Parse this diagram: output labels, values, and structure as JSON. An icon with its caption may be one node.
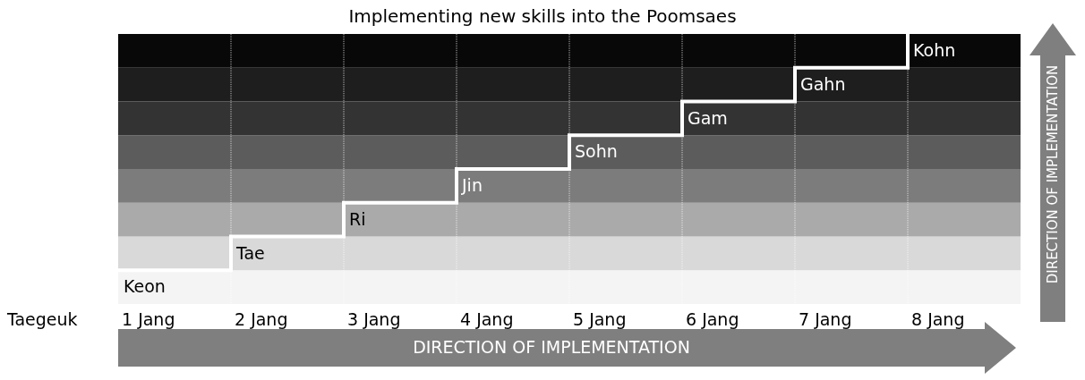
{
  "diagram": {
    "title": "Implementing new skills into the Poomsaes",
    "labels": [
      "Kohn",
      "Gahn",
      "Gam",
      "Sohn",
      "Jin",
      "Ri",
      "Tae",
      "Keon",
      "DIRECTION OF IMPLEMENTATION",
      "Taegeuk",
      "1 Jang",
      "2 Jang",
      "3 Jang",
      "4 Jang",
      "5 Jang",
      "6 Jang",
      "7 Jang",
      "8 Jang",
      "DIRECTION OF IMPLEMENTATION"
    ]
  }
}
